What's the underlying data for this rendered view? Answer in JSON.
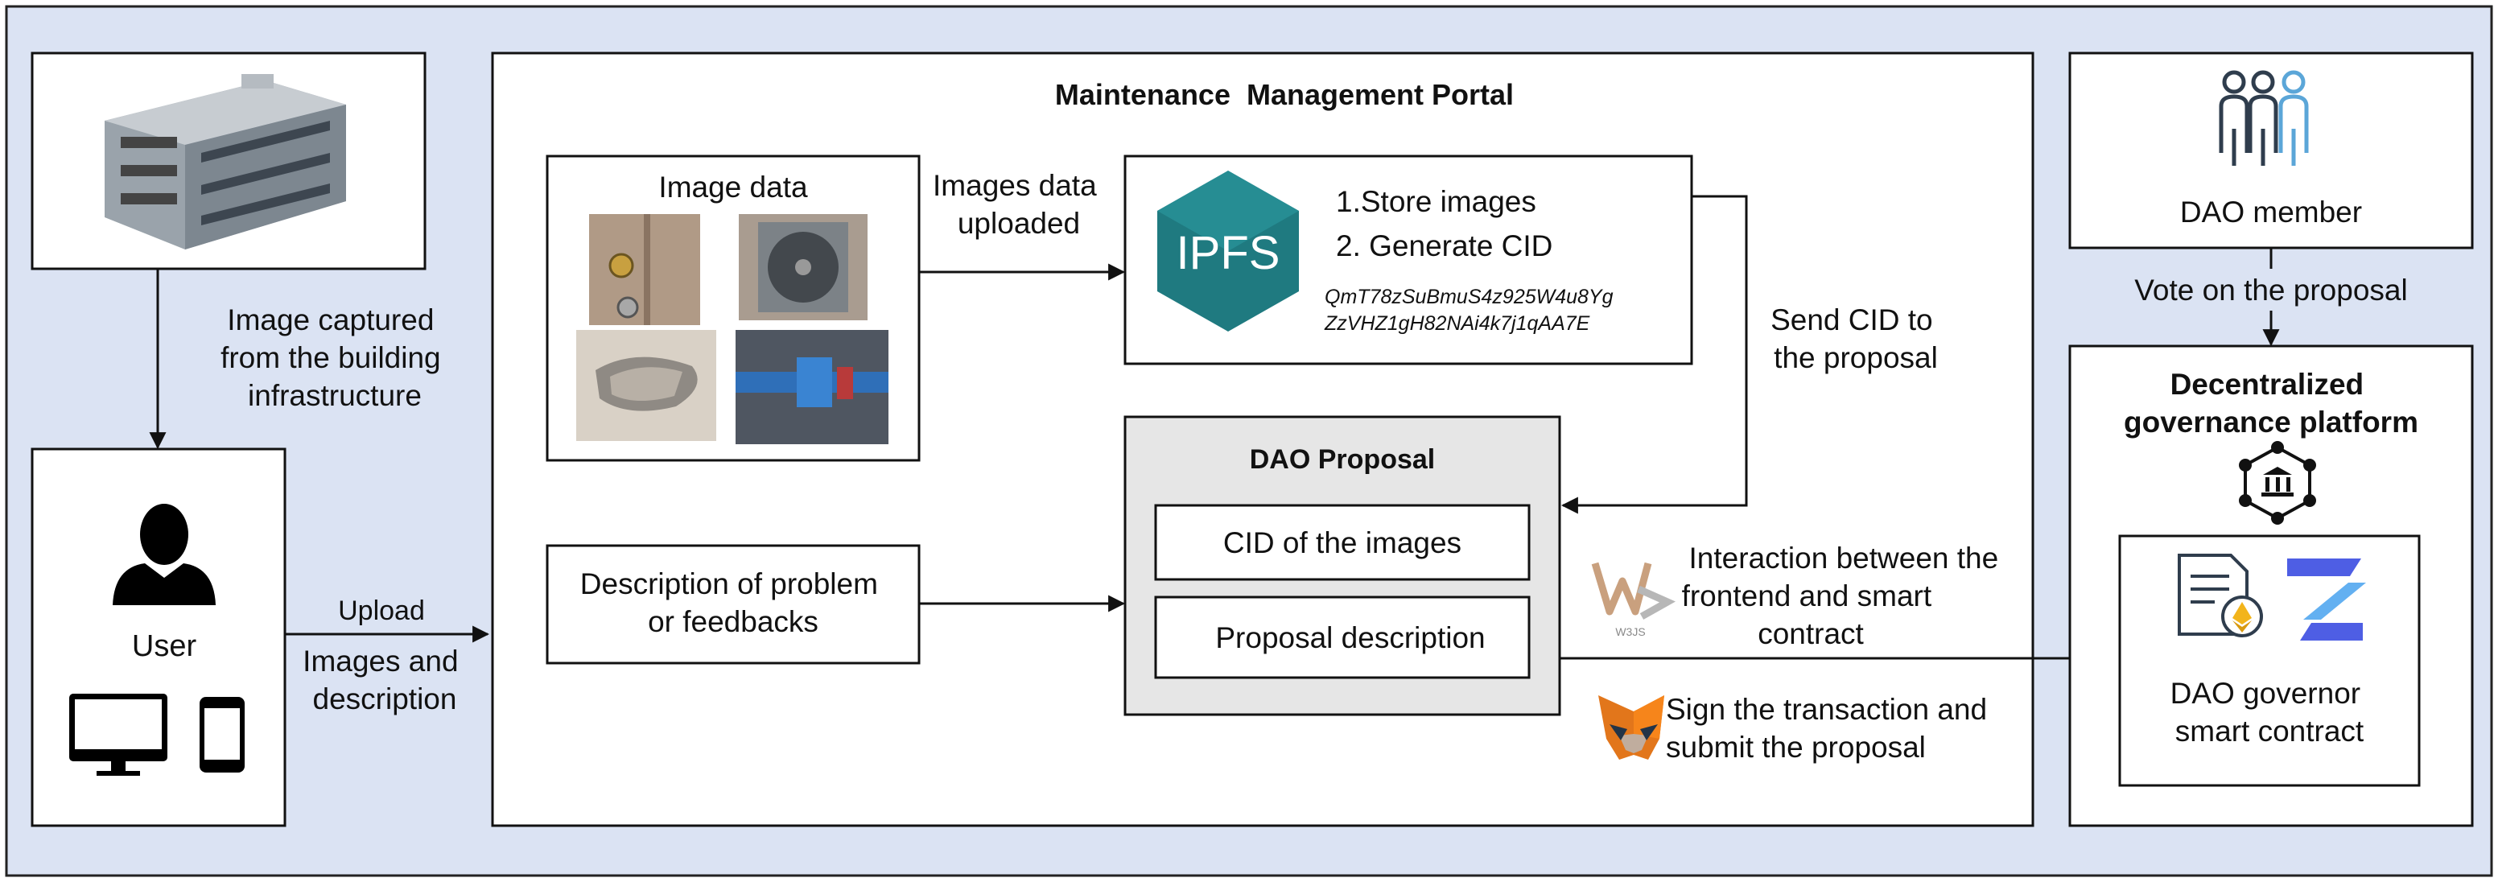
{
  "portal": {
    "title": "Maintenance  Management Portal"
  },
  "capture": {
    "label_lines": [
      "Image captured",
      "from the building",
      "infrastructure"
    ]
  },
  "user": {
    "label": "User"
  },
  "upload": {
    "label": "Upload",
    "detail_lines": [
      "Images and",
      "description"
    ]
  },
  "image_data": {
    "title": "Image data"
  },
  "images_uploaded": {
    "label_lines": [
      "Images data",
      "uploaded"
    ]
  },
  "ipfs": {
    "logo_text": "IPFS",
    "step1": "1.Store images",
    "step2": "2. Generate CID",
    "cid_lines": [
      "QmT78zSuBmuS4z925W4u8Yg",
      "ZzVHZ1gH82NAi4k7j1qAA7E"
    ]
  },
  "send_cid": {
    "label_lines": [
      "Send CID to",
      "the proposal"
    ]
  },
  "description_box": {
    "label_lines": [
      "Description of problem",
      "or feedbacks"
    ]
  },
  "proposal": {
    "title": "DAO Proposal",
    "cid_item": "CID of the images",
    "desc_item": "Proposal description"
  },
  "web3": {
    "logo_text": "W3JS",
    "label_lines": [
      "Interaction between the",
      "frontend and smart",
      "contract"
    ]
  },
  "metamask": {
    "label_lines": [
      "Sign the transaction and",
      "submit the proposal"
    ]
  },
  "dao_member": {
    "label": "DAO member"
  },
  "vote": {
    "label": "Vote on the proposal"
  },
  "governance": {
    "title_lines": [
      "Decentralized",
      "governance platform"
    ],
    "contract_lines": [
      "DAO governor",
      "smart contract"
    ]
  },
  "colors": {
    "outer_bg": "#dbe3f3",
    "ipfs_teal": "#1f7a80",
    "proposal_bg": "#e6e6e6",
    "zeppelin_blue": "#4e5ee4",
    "metamask_orange": "#e2761b"
  }
}
